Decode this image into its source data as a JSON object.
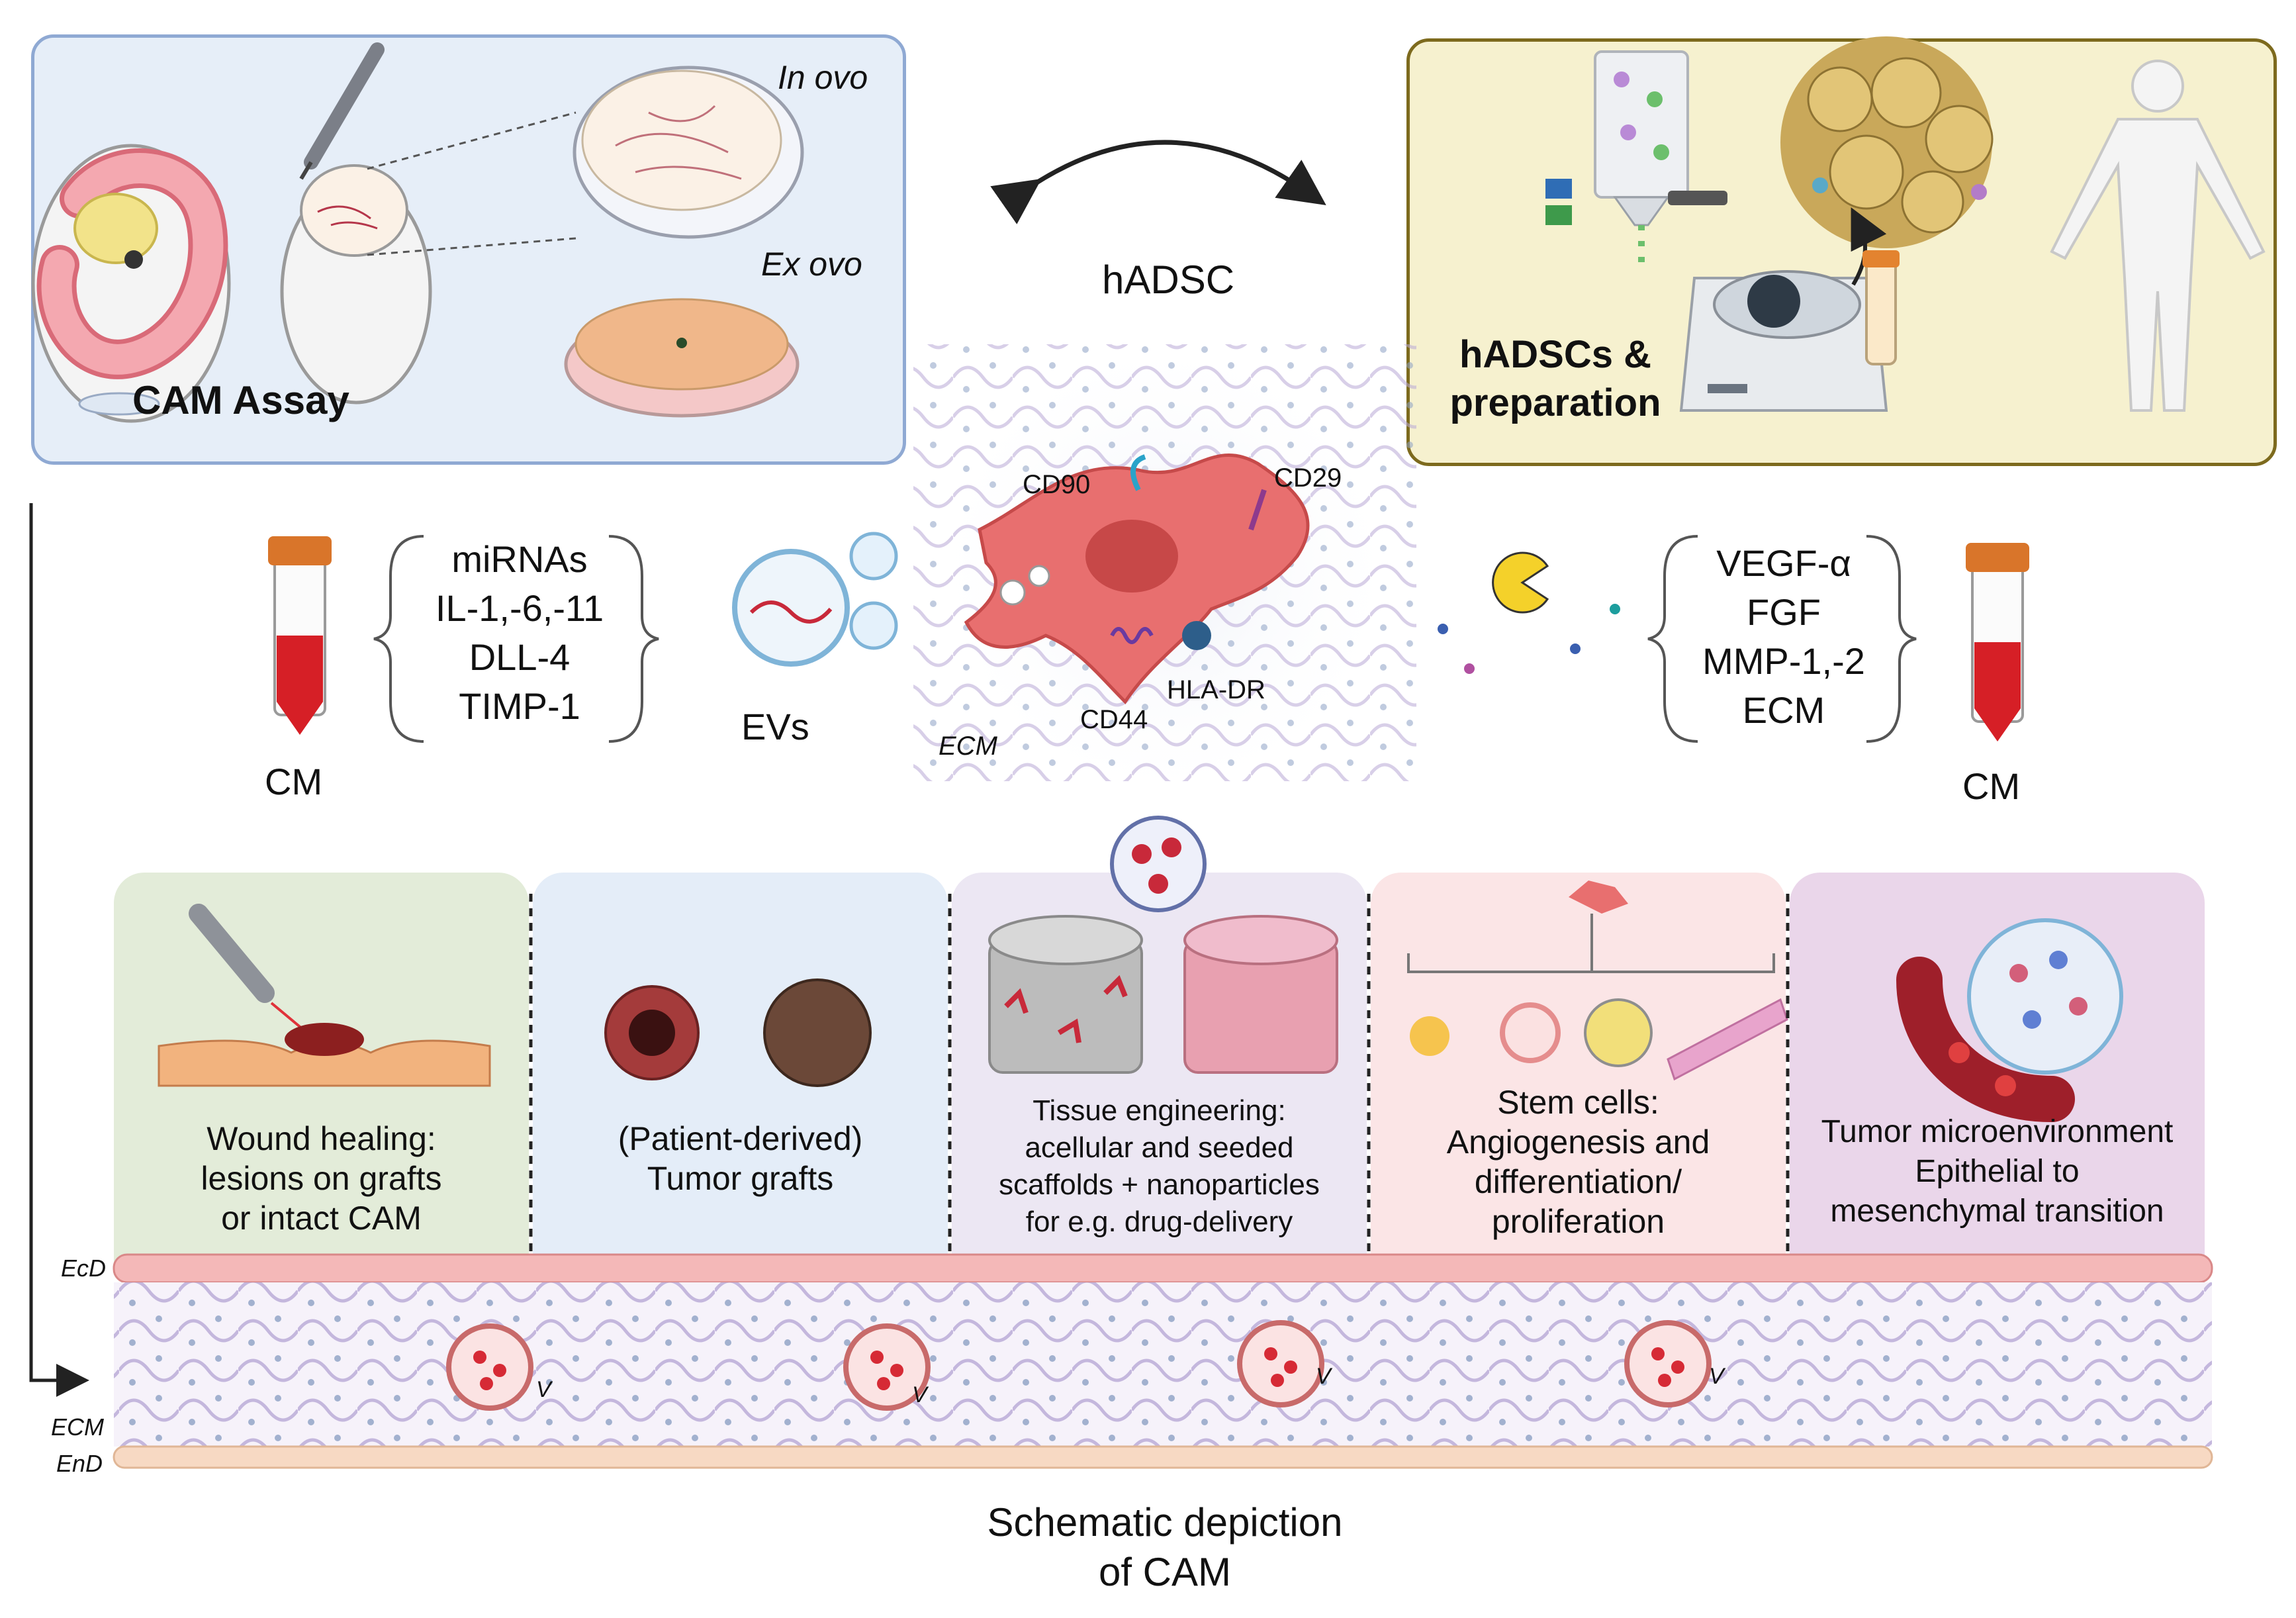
{
  "cam_assay": {
    "title": "CAM Assay",
    "in_ovo": "In ovo",
    "ex_ovo": "Ex ovo"
  },
  "hadsc_prep": {
    "title_line1": "hADSCs &",
    "title_line2": "preparation"
  },
  "center": {
    "cell_label": "hADSC",
    "markers": [
      "CD90",
      "CD29",
      "CD44",
      "HLA-DR"
    ],
    "ecm": "ECM"
  },
  "left_factors": {
    "items": [
      "miRNAs",
      "IL-1,-6,-11",
      "DLL-4",
      "TIMP-1"
    ],
    "vesicles": "EVs",
    "medium": "CM"
  },
  "right_factors": {
    "items": [
      "VEGF-α",
      "FGF",
      "MMP-1,-2",
      "ECM"
    ],
    "medium": "CM"
  },
  "applications": [
    {
      "lines": [
        "Wound healing:",
        "lesions on grafts",
        "or intact CAM"
      ]
    },
    {
      "lines": [
        "(Patient-derived)",
        "Tumor grafts"
      ]
    },
    {
      "lines": [
        "Tissue engineering:",
        "acellular and seeded",
        "scaffolds + nanoparticles",
        "for e.g. drug-delivery"
      ]
    },
    {
      "lines": [
        "Stem cells:",
        "Angiogenesis and",
        "differentiation/",
        "proliferation"
      ]
    },
    {
      "lines": [
        "Tumor microenvironment",
        "Epithelial to",
        "mesenchymal transition"
      ]
    }
  ],
  "cam_layers": {
    "ecd": "EcD",
    "ecm": "ECM",
    "end": "EnD",
    "vessel": "V"
  },
  "caption": {
    "line1": "Schematic depiction",
    "line2": "of CAM"
  },
  "colors": {
    "cam_box_bg": "#e6eef8",
    "cam_box_border": "#8fa9d3",
    "prep_box_bg": "#f6f1cf",
    "prep_box_border": "#7d6a1d",
    "panel_wound": "#e3ecd9",
    "panel_tumor": "#e4edf8",
    "panel_tissue": "#ece7f3",
    "panel_stem": "#fbe5e6",
    "panel_tme": "#ead6ea",
    "cell": "#e86f6f",
    "blood": "#d61f26",
    "cap": "#d9752a"
  }
}
